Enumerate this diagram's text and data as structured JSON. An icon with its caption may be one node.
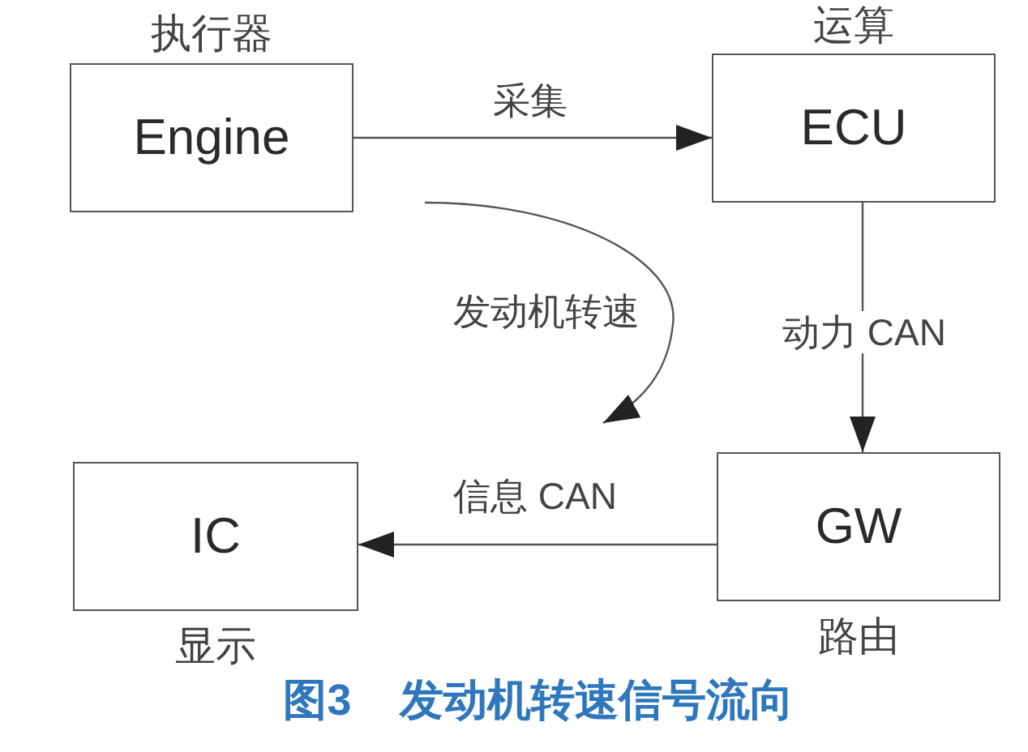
{
  "diagram": {
    "caption": "图3 发动机转速信号流向",
    "nodes": [
      {
        "text": [
          "Engine"
        ],
        "beside": [
          "执行器"
        ]
      },
      {
        "text": [
          "ECU"
        ],
        "beside": [
          "运算"
        ]
      },
      {
        "text": [
          "IC"
        ],
        "beside": [
          "显示"
        ]
      },
      {
        "text": [
          "GW"
        ],
        "beside": [
          "路由"
        ]
      }
    ],
    "edges": [
      {
        "from": 0,
        "to": 1,
        "arrow": "to",
        "label": "采集"
      },
      {
        "from": 1,
        "to": 3,
        "arrow": "to",
        "label": "动力 CAN"
      },
      {
        "from": 3,
        "to": 2,
        "arrow": "to",
        "label": "信息 CAN"
      }
    ],
    "labels": [
      "发动机转速"
    ]
  }
}
